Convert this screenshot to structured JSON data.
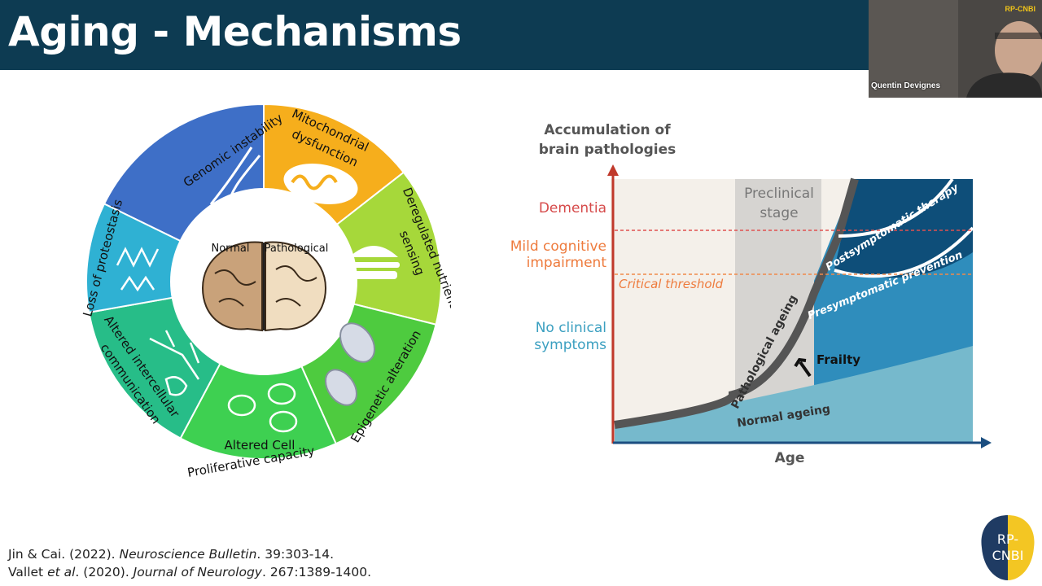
{
  "slide": {
    "title": "Aging - Mechanisms"
  },
  "webcam": {
    "presenter_name": "Quentin Devignes",
    "logo_text": "RP-CNBI"
  },
  "wheel": {
    "center": {
      "left_label": "Normal",
      "right_label": "Pathological"
    },
    "segments": {
      "genomic": "Genomic instability",
      "mito_line1": "Mitochondrial",
      "mito_line2": "dysfunction",
      "nutrient_line1": "Deregulated nutrient",
      "nutrient_line2": "sensing",
      "epigenetic": "Epigenetic alteration",
      "prolif_line1": "Altered Cell",
      "prolif_line2": "Proliferative capacity",
      "comm_line1": "Altered intercellular",
      "comm_line2": "communication",
      "proteostasis": "Loss of proteostasis"
    },
    "colors": {
      "genomic": "#3e6fc7",
      "mito": "#f6ae1c",
      "nutrient": "#a6d83a",
      "epigenetic": "#4ecb3f",
      "prolif": "#3ed051",
      "comm": "#27bd88",
      "proteostasis": "#2fb1d3"
    }
  },
  "graph": {
    "ylabel_line1": "Accumulation of",
    "ylabel_line2": "brain pathologies",
    "xlabel": "Age",
    "levels": {
      "dementia": "Dementia",
      "mci_line1": "Mild cognitive",
      "mci_line2": "impairment",
      "critical": "Critical threshold",
      "none_line1": "No clinical",
      "none_line2": "symptoms"
    },
    "preclinical_line1": "Preclinical",
    "preclinical_line2": "stage",
    "curves": {
      "pathological": "Pathological ageing",
      "normal": "Normal ageing",
      "frailty": "Frailty",
      "postsymptomatic": "Postsymptomatic therapy",
      "presymptomatic": "Presymptomatic prevention"
    }
  },
  "references": {
    "ref1": {
      "authors": "Jin & Cai. (2022). ",
      "journal": "Neuroscience Bulletin",
      "rest": ". 39:303-14."
    },
    "ref2": {
      "authors_a": "Vallet ",
      "et_al": "et al",
      "authors_b": ". (2020). ",
      "journal": "Journal of Neurology",
      "rest": ". 267:1389-1400."
    }
  },
  "logo": {
    "text_line1": "RP-",
    "text_line2": "CNBI"
  }
}
